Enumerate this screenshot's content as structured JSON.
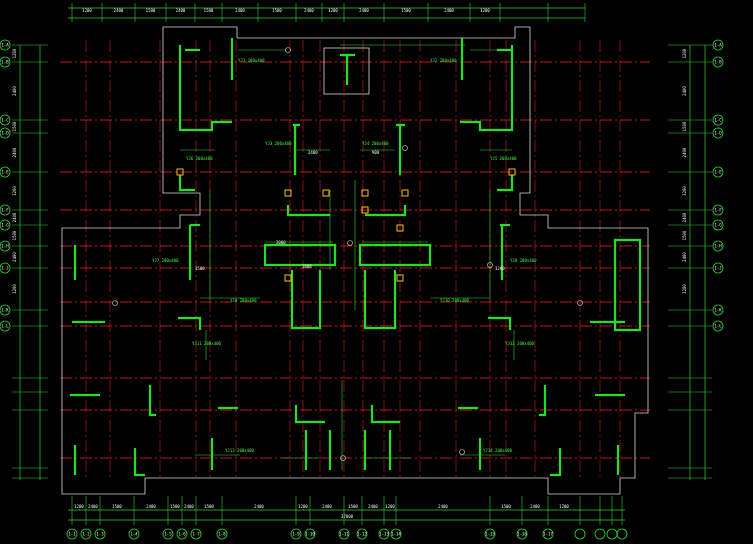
{
  "colors": {
    "background": "#000000",
    "grid_line": "#ff2020",
    "dimension_line": "#27d627",
    "wall": "#24e024",
    "outline": "#d8d8d8",
    "text": "#ffffff",
    "label_green": "#40ff40",
    "column_fill": "#ffc000"
  },
  "drawing": {
    "top_dims": [
      "1200",
      "2400",
      "1500",
      "2400",
      "1500",
      "2400",
      "1500",
      "2400",
      "1200",
      "2400",
      "1500",
      "2400",
      "1200"
    ],
    "bottom_dims": [
      "1200",
      "2400",
      "1500",
      "2400",
      "1500",
      "2400",
      "1500",
      "2400",
      "1200",
      "2400",
      "1500",
      "2400",
      "1200",
      "2400",
      "1500",
      "2400",
      "1200"
    ],
    "bottom_total": "37800",
    "left_axes": [
      "1-A",
      "1-B",
      "1-C",
      "1-D",
      "1-E",
      "1-F",
      "1-G",
      "1-H",
      "1-J",
      "1-K",
      "1-L"
    ],
    "right_axes": [
      "1-A",
      "1-B",
      "1-C",
      "1-D",
      "1-E",
      "1-F",
      "1-G",
      "1-H",
      "1-J",
      "1-K",
      "1-L"
    ],
    "bottom_axes": [
      "1-1",
      "1-2",
      "1-3",
      "1-4",
      "1-5",
      "1-6",
      "1-7",
      "1-8",
      "1-9",
      "1-10",
      "1-11",
      "1-12",
      "1-13",
      "1-14",
      "1-15",
      "1-16",
      "1-17"
    ],
    "left_dims": [
      "1200",
      "2400",
      "1500",
      "2400",
      "1200",
      "2400",
      "1500",
      "2400",
      "1200"
    ],
    "right_dims": [
      "1200",
      "2400",
      "1500",
      "2400",
      "1200",
      "2400",
      "1500",
      "2400",
      "1200"
    ],
    "room_labels": [
      "YJ1 200x400",
      "YJ2 200x400",
      "YJ3 200x400",
      "YJ4 200x400",
      "YJ5 200x400",
      "YJ6 200x400",
      "YJ7 200x400",
      "YJ8 200x400",
      "YJ9 200x400",
      "YJ10 200x400",
      "YJ11 200x400",
      "YJ12 200x400",
      "YJ13 200x400",
      "YJ14 200x400"
    ],
    "wall_dims": [
      "2000",
      "1800",
      "1500",
      "1200",
      "2400",
      "900"
    ]
  }
}
